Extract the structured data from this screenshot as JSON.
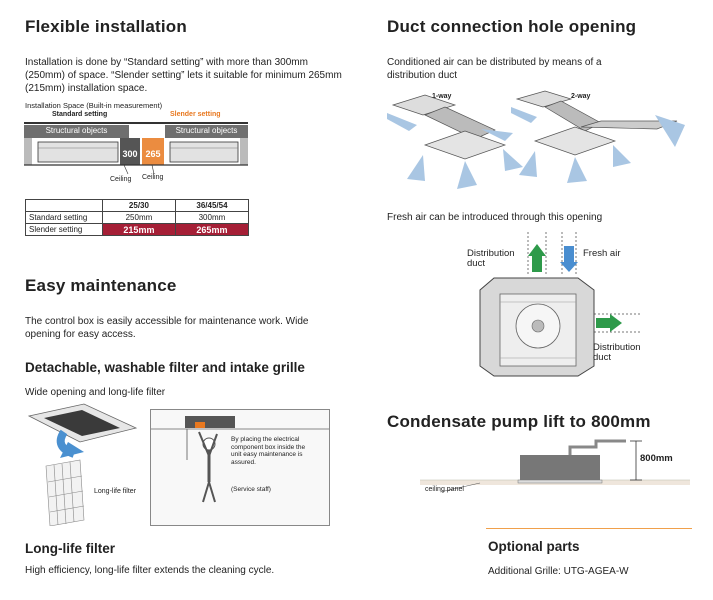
{
  "flex": {
    "title": "Flexible installation",
    "body": "Installation is done by “Standard setting” with more than 300mm (250mm) of space.  “Slender setting” lets it suitable for minimum 265mm (215mm) installation space.",
    "space_label": "Installation Space (Built-in measurement)",
    "standard_label": "Standard setting",
    "slender_label": "Slender setting",
    "structural_objects": "Structural objects",
    "dim_standard": "300",
    "dim_slender": "265",
    "ceiling": "Ceiling",
    "table": {
      "headers": [
        "",
        "25/30",
        "36/45/54"
      ],
      "rows": [
        {
          "label": "Standard setting",
          "v1": "250mm",
          "v2": "300mm"
        },
        {
          "label": "Slender setting",
          "v1": "215mm",
          "v2": "265mm"
        }
      ]
    }
  },
  "maint": {
    "title": "Easy maintenance",
    "body": "The control box is easily accessible for maintenance work. Wide opening for easy access.",
    "sub_title": "Detachable, washable filter and intake grille",
    "sub_body": "Wide opening and long-life filter",
    "filter_label": "Long-life filter",
    "callout": "By placing the electrical component box inside the unit easy maintenance is assured.",
    "staff": "(Service staff)"
  },
  "filter": {
    "title": "Long-life filter",
    "body": "High efficiency, long-life filter extends the cleaning cycle."
  },
  "duct": {
    "title": "Duct connection hole opening",
    "body": "Conditioned air can be distributed by means of a distribution duct",
    "way1": "1-way",
    "way2": "2-way",
    "fresh": "Fresh air can be introduced through this opening",
    "dist1": "Distribution duct",
    "fresh_air": "Fresh air",
    "dist2": "Distribution duct"
  },
  "pump": {
    "title": "Condensate pump lift to 800mm",
    "dim": "800mm",
    "ceiling_panel": "ceiling panel"
  },
  "optional": {
    "title": "Optional parts",
    "item": "Additional Grille: UTG-AGEA-W"
  },
  "colors": {
    "slender_red": "#a51f36",
    "orange": "#f0a04b",
    "airflow_blue": "#a9c6e3",
    "arrow_green": "#2e9a4a"
  }
}
